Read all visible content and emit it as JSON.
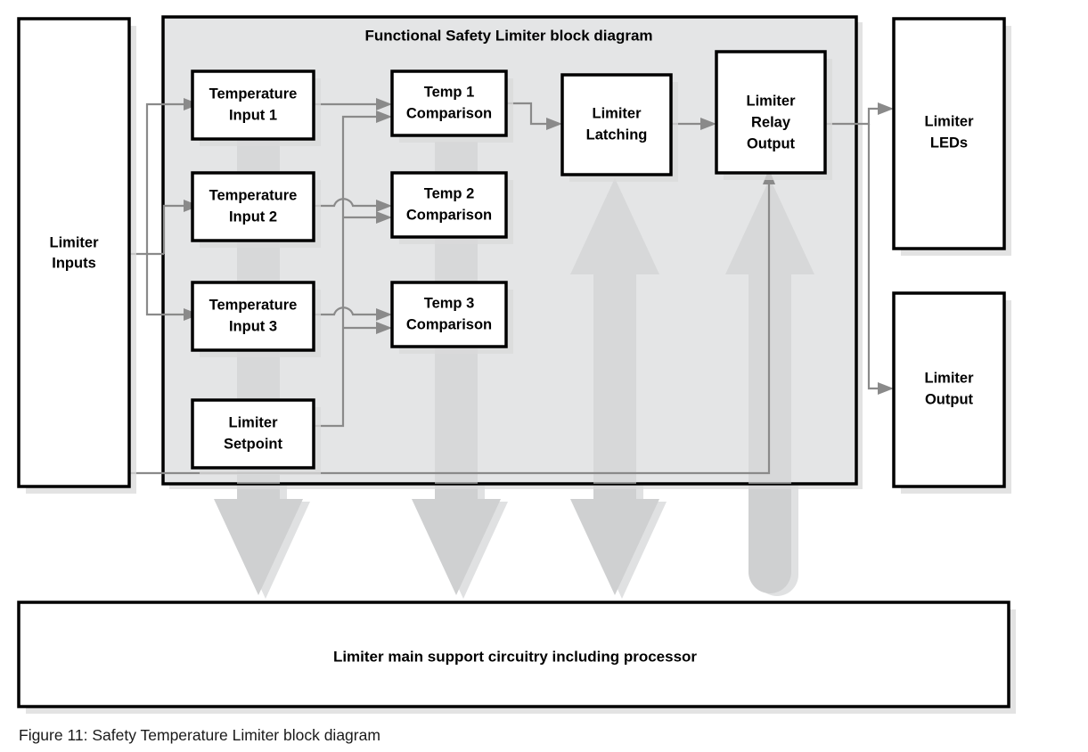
{
  "figure": {
    "caption": "Figure 11: Safety Temperature Limiter block diagram",
    "panel_title": "Functional Safety Limiter block diagram"
  },
  "colors": {
    "panel_background": "#e4e5e6",
    "box_fill": "#ffffff",
    "box_border": "#000000",
    "wire": "#8a8a8a",
    "big_arrow": "#cfd0d1",
    "page_background": "#ffffff"
  },
  "blocks": {
    "limiter_inputs": {
      "label_line1": "Limiter",
      "label_line2": "Inputs"
    },
    "temperature_input_1": {
      "label_line1": "Temperature",
      "label_line2": "Input 1"
    },
    "temperature_input_2": {
      "label_line1": "Temperature",
      "label_line2": "Input 2"
    },
    "temperature_input_3": {
      "label_line1": "Temperature",
      "label_line2": "Input 3"
    },
    "limiter_setpoint": {
      "label_line1": "Limiter",
      "label_line2": "Setpoint"
    },
    "temp_1_comparison": {
      "label_line1": "Temp 1",
      "label_line2": "Comparison"
    },
    "temp_2_comparison": {
      "label_line1": "Temp 2",
      "label_line2": "Comparison"
    },
    "temp_3_comparison": {
      "label_line1": "Temp 3",
      "label_line2": "Comparison"
    },
    "limiter_latching": {
      "label_line1": "Limiter",
      "label_line2": "Latching"
    },
    "limiter_relay_output": {
      "label_line1": "Limiter",
      "label_line2": "Relay",
      "label_line3": "Output"
    },
    "limiter_leds": {
      "label_line1": "Limiter",
      "label_line2": "LEDs"
    },
    "limiter_output": {
      "label_line1": "Limiter",
      "label_line2": "Output"
    },
    "support_circuitry": {
      "label": "Limiter main support circuitry including processor"
    }
  }
}
